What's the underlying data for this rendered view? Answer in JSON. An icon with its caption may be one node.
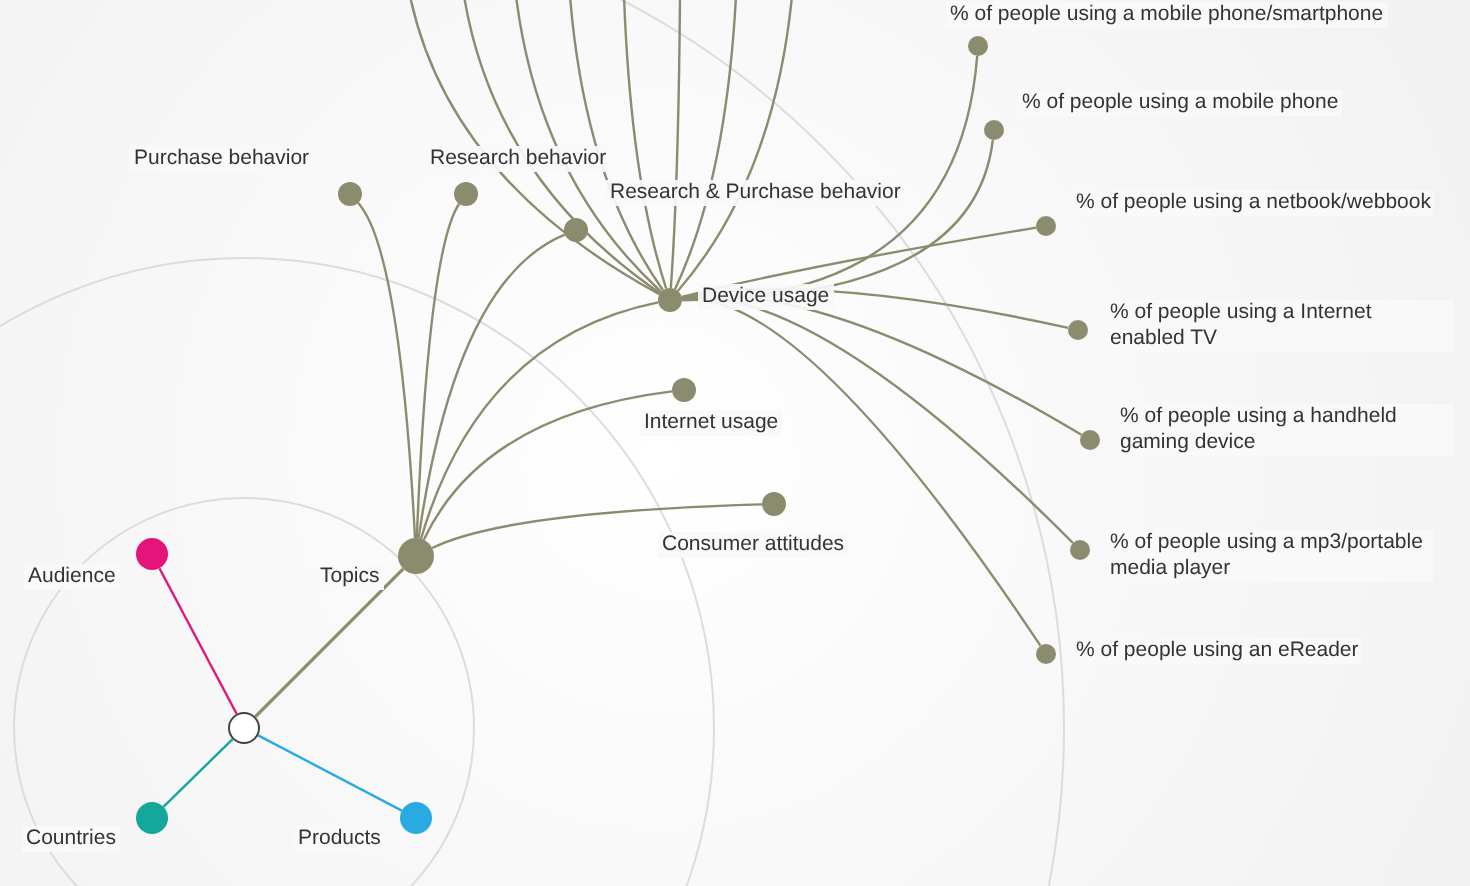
{
  "diagram": {
    "nodes": [
      {
        "text": [],
        "shape": "circle"
      },
      {
        "text": [
          "Audience"
        ]
      },
      {
        "text": [
          "Topics"
        ]
      },
      {
        "text": [
          "Countries"
        ]
      },
      {
        "text": [
          "Products"
        ]
      },
      {
        "text": [
          "Purchase behavior"
        ]
      },
      {
        "text": [
          "Research behavior"
        ]
      },
      {
        "text": [
          "Research & Purchase behavior"
        ]
      },
      {
        "text": [
          "Device usage"
        ]
      },
      {
        "text": [
          "Internet usage"
        ]
      },
      {
        "text": [
          "Consumer attitudes"
        ]
      },
      {
        "text": [
          "% of people using a mobile phone/smartphone"
        ]
      },
      {
        "text": [
          "% of people using a mobile phone"
        ]
      },
      {
        "text": [
          "% of people using a netbook/webbook"
        ]
      },
      {
        "text": [
          "% of people using a Internet enabled TV"
        ]
      },
      {
        "text": [
          "% of people using a handheld gaming device"
        ]
      },
      {
        "text": [
          "% of people using a mp3/portable media player"
        ]
      },
      {
        "text": [
          "% of people using an eReader"
        ]
      }
    ],
    "edges": [
      {
        "from": 0,
        "to": 1,
        "arrow": "none",
        "color": "#e5147a"
      },
      {
        "from": 0,
        "to": 2,
        "arrow": "none"
      },
      {
        "from": 0,
        "to": 3,
        "arrow": "none",
        "color": "#14a89a"
      },
      {
        "from": 0,
        "to": 4,
        "arrow": "none",
        "color": "#29aae2"
      },
      {
        "from": 2,
        "to": 5,
        "arrow": "none"
      },
      {
        "from": 2,
        "to": 6,
        "arrow": "none"
      },
      {
        "from": 2,
        "to": 7,
        "arrow": "none"
      },
      {
        "from": 2,
        "to": 8,
        "arrow": "none"
      },
      {
        "from": 2,
        "to": 9,
        "arrow": "none"
      },
      {
        "from": 2,
        "to": 10,
        "arrow": "none"
      },
      {
        "from": 8,
        "to": null,
        "arrow": "none"
      },
      {
        "from": 8,
        "to": null,
        "arrow": "none"
      },
      {
        "from": 8,
        "to": null,
        "arrow": "none"
      },
      {
        "from": 8,
        "to": null,
        "arrow": "none"
      },
      {
        "from": 8,
        "to": null,
        "arrow": "none"
      },
      {
        "from": 8,
        "to": null,
        "arrow": "none"
      },
      {
        "from": 8,
        "to": null,
        "arrow": "none"
      },
      {
        "from": 8,
        "to": null,
        "arrow": "none"
      },
      {
        "from": 8,
        "to": 11,
        "arrow": "none"
      },
      {
        "from": 8,
        "to": 12,
        "arrow": "none"
      },
      {
        "from": 8,
        "to": 13,
        "arrow": "none"
      },
      {
        "from": 8,
        "to": 14,
        "arrow": "none"
      },
      {
        "from": 8,
        "to": 15,
        "arrow": "none"
      },
      {
        "from": 8,
        "to": 16,
        "arrow": "none"
      },
      {
        "from": 8,
        "to": 17,
        "arrow": "none"
      }
    ]
  }
}
